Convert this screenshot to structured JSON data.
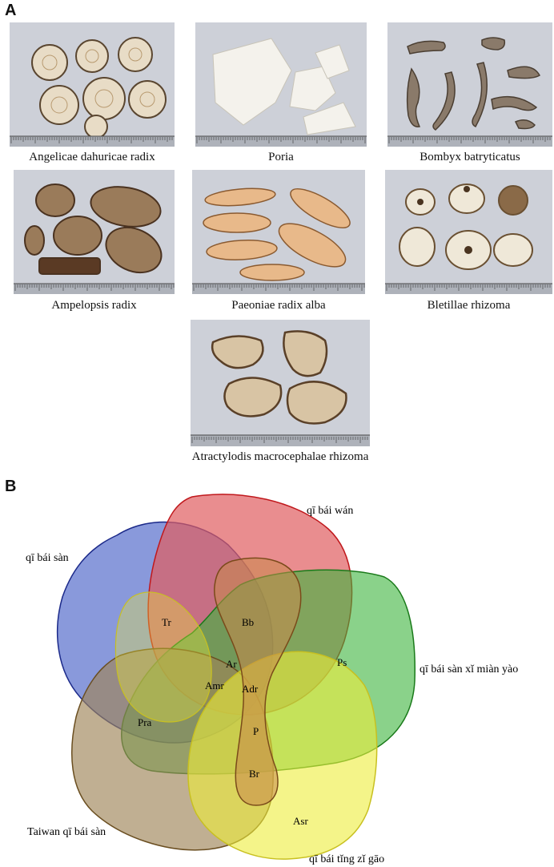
{
  "panel_a": {
    "letter": "A",
    "specimens": [
      {
        "id": "adr",
        "caption": "Angelicae dahuricae radix",
        "texture": "round-slices"
      },
      {
        "id": "poria",
        "caption": "Poria",
        "texture": "white-chunks"
      },
      {
        "id": "bb",
        "caption": "Bombyx batryticatus",
        "texture": "dried-larvae"
      },
      {
        "id": "amr",
        "caption": "Ampelopsis radix",
        "texture": "brown-slices"
      },
      {
        "id": "pra",
        "caption": "Paeoniae radix alba",
        "texture": "oval-slices"
      },
      {
        "id": "br",
        "caption": "Bletillae rhizoma",
        "texture": "pale-tubers"
      },
      {
        "id": "amr2",
        "caption": "Atractylodis macrocephalae rhizoma",
        "texture": "irregular-slices"
      }
    ]
  },
  "panel_b": {
    "letter": "B",
    "sets": [
      {
        "name": "qī bái wán",
        "color": "#e05c60"
      },
      {
        "name": "qī bái sàn",
        "color": "#4a62c8"
      },
      {
        "name": "qī bái sàn xǐ miàn yào",
        "color": "#3cb43c"
      },
      {
        "name": "Taiwan qī bái sàn",
        "color": "#9e8457"
      },
      {
        "name": "qī bái tǐng zǐ gāo",
        "color": "#ecec3a"
      },
      {
        "name": "",
        "color": "#c8884a"
      }
    ],
    "regions": [
      "Tr",
      "Bb",
      "Ar",
      "Ps",
      "Amr",
      "Adr",
      "Pra",
      "P",
      "Br",
      "Asr"
    ]
  }
}
